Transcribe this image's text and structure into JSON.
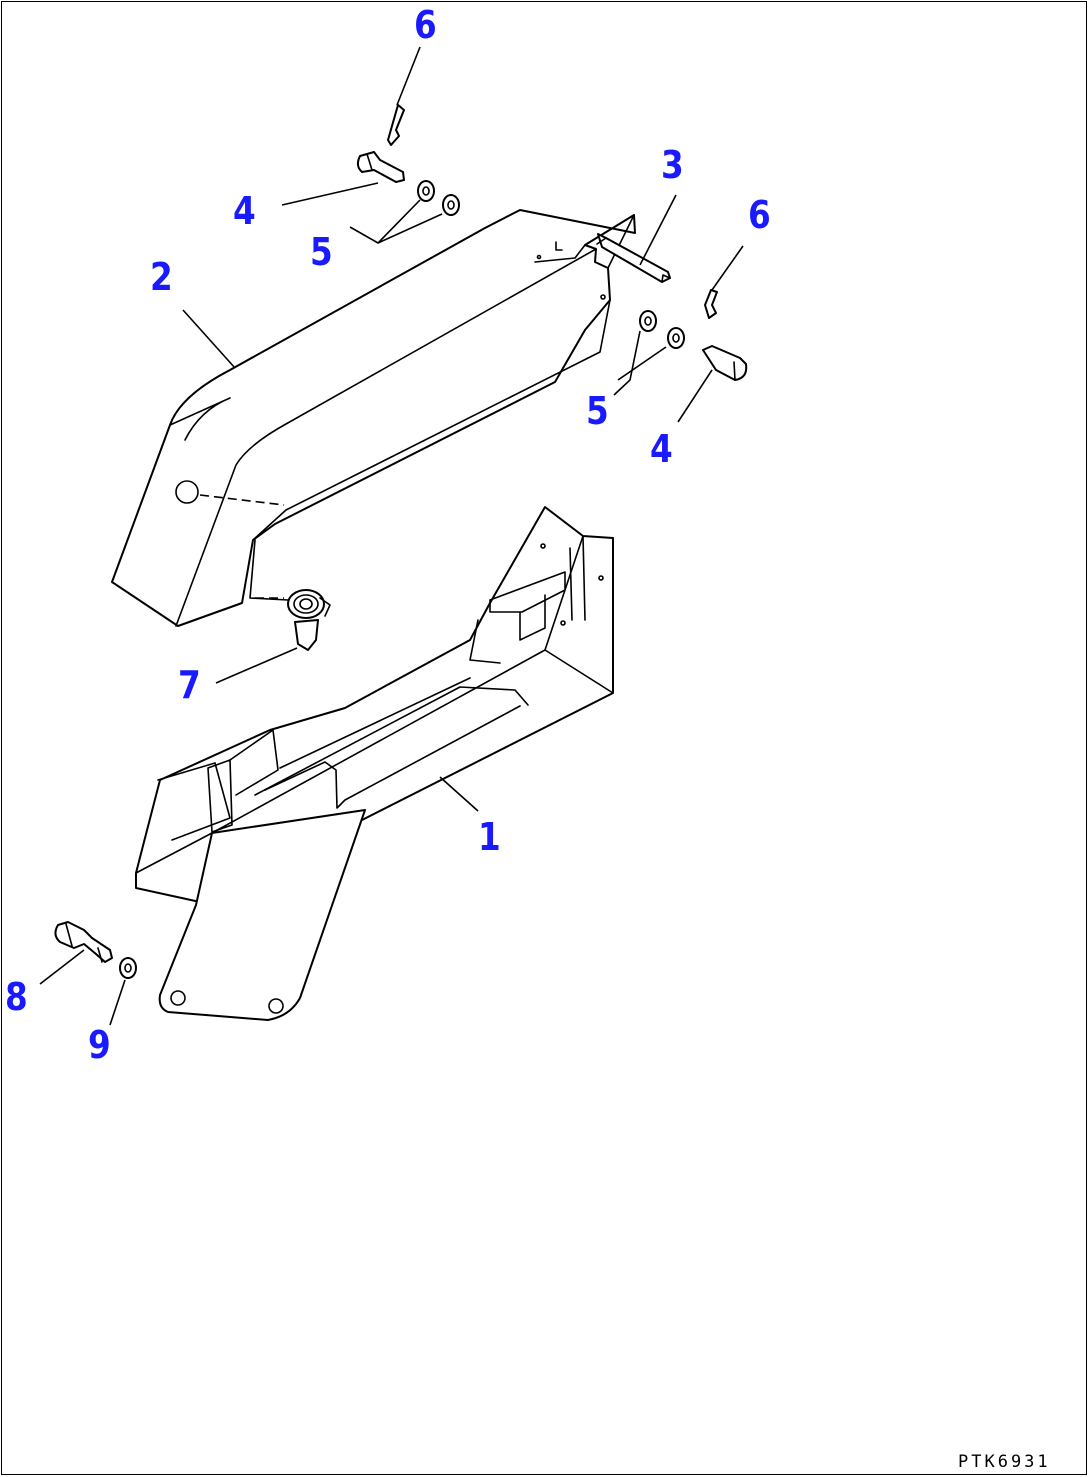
{
  "callouts": [
    {
      "id": "c6a",
      "label": "6"
    },
    {
      "id": "c4a",
      "label": "4"
    },
    {
      "id": "c5a",
      "label": "5"
    },
    {
      "id": "c2",
      "label": "2"
    },
    {
      "id": "c3",
      "label": "3"
    },
    {
      "id": "c6b",
      "label": "6"
    },
    {
      "id": "c5b",
      "label": "5"
    },
    {
      "id": "c4b",
      "label": "4"
    },
    {
      "id": "c7",
      "label": "7"
    },
    {
      "id": "c1",
      "label": "1"
    },
    {
      "id": "c8",
      "label": "8"
    },
    {
      "id": "c9",
      "label": "9"
    }
  ],
  "drawing_code": "PTK6931",
  "colors": {
    "callout": "#1a1aff",
    "line": "#000000",
    "background": "#ffffff"
  }
}
